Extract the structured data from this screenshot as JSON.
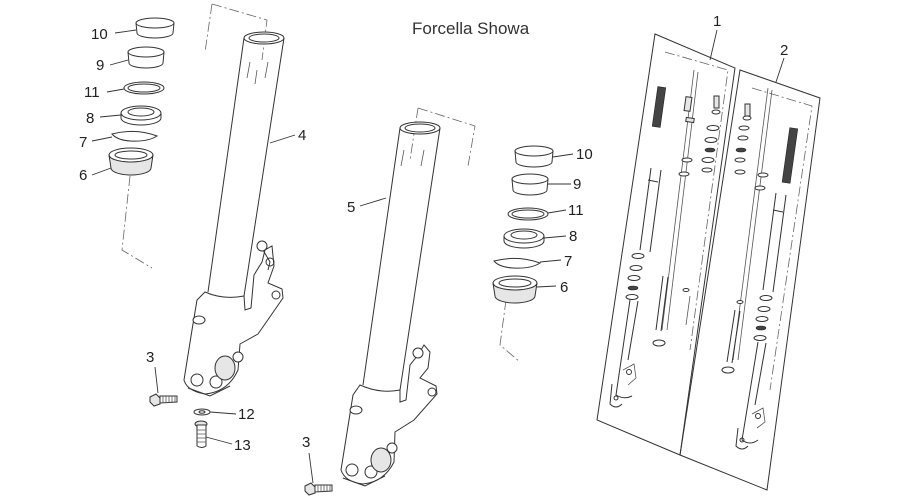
{
  "diagram": {
    "title": "Forcella Showa",
    "callouts": {
      "c1": "1",
      "c2": "2",
      "c3a": "3",
      "c3b": "3",
      "c4": "4",
      "c5": "5",
      "c6a": "6",
      "c6b": "6",
      "c7a": "7",
      "c7b": "7",
      "c8a": "8",
      "c8b": "8",
      "c9a": "9",
      "c9b": "9",
      "c10a": "10",
      "c10b": "10",
      "c11a": "11",
      "c11b": "11",
      "c12": "12",
      "c13": "13"
    }
  }
}
